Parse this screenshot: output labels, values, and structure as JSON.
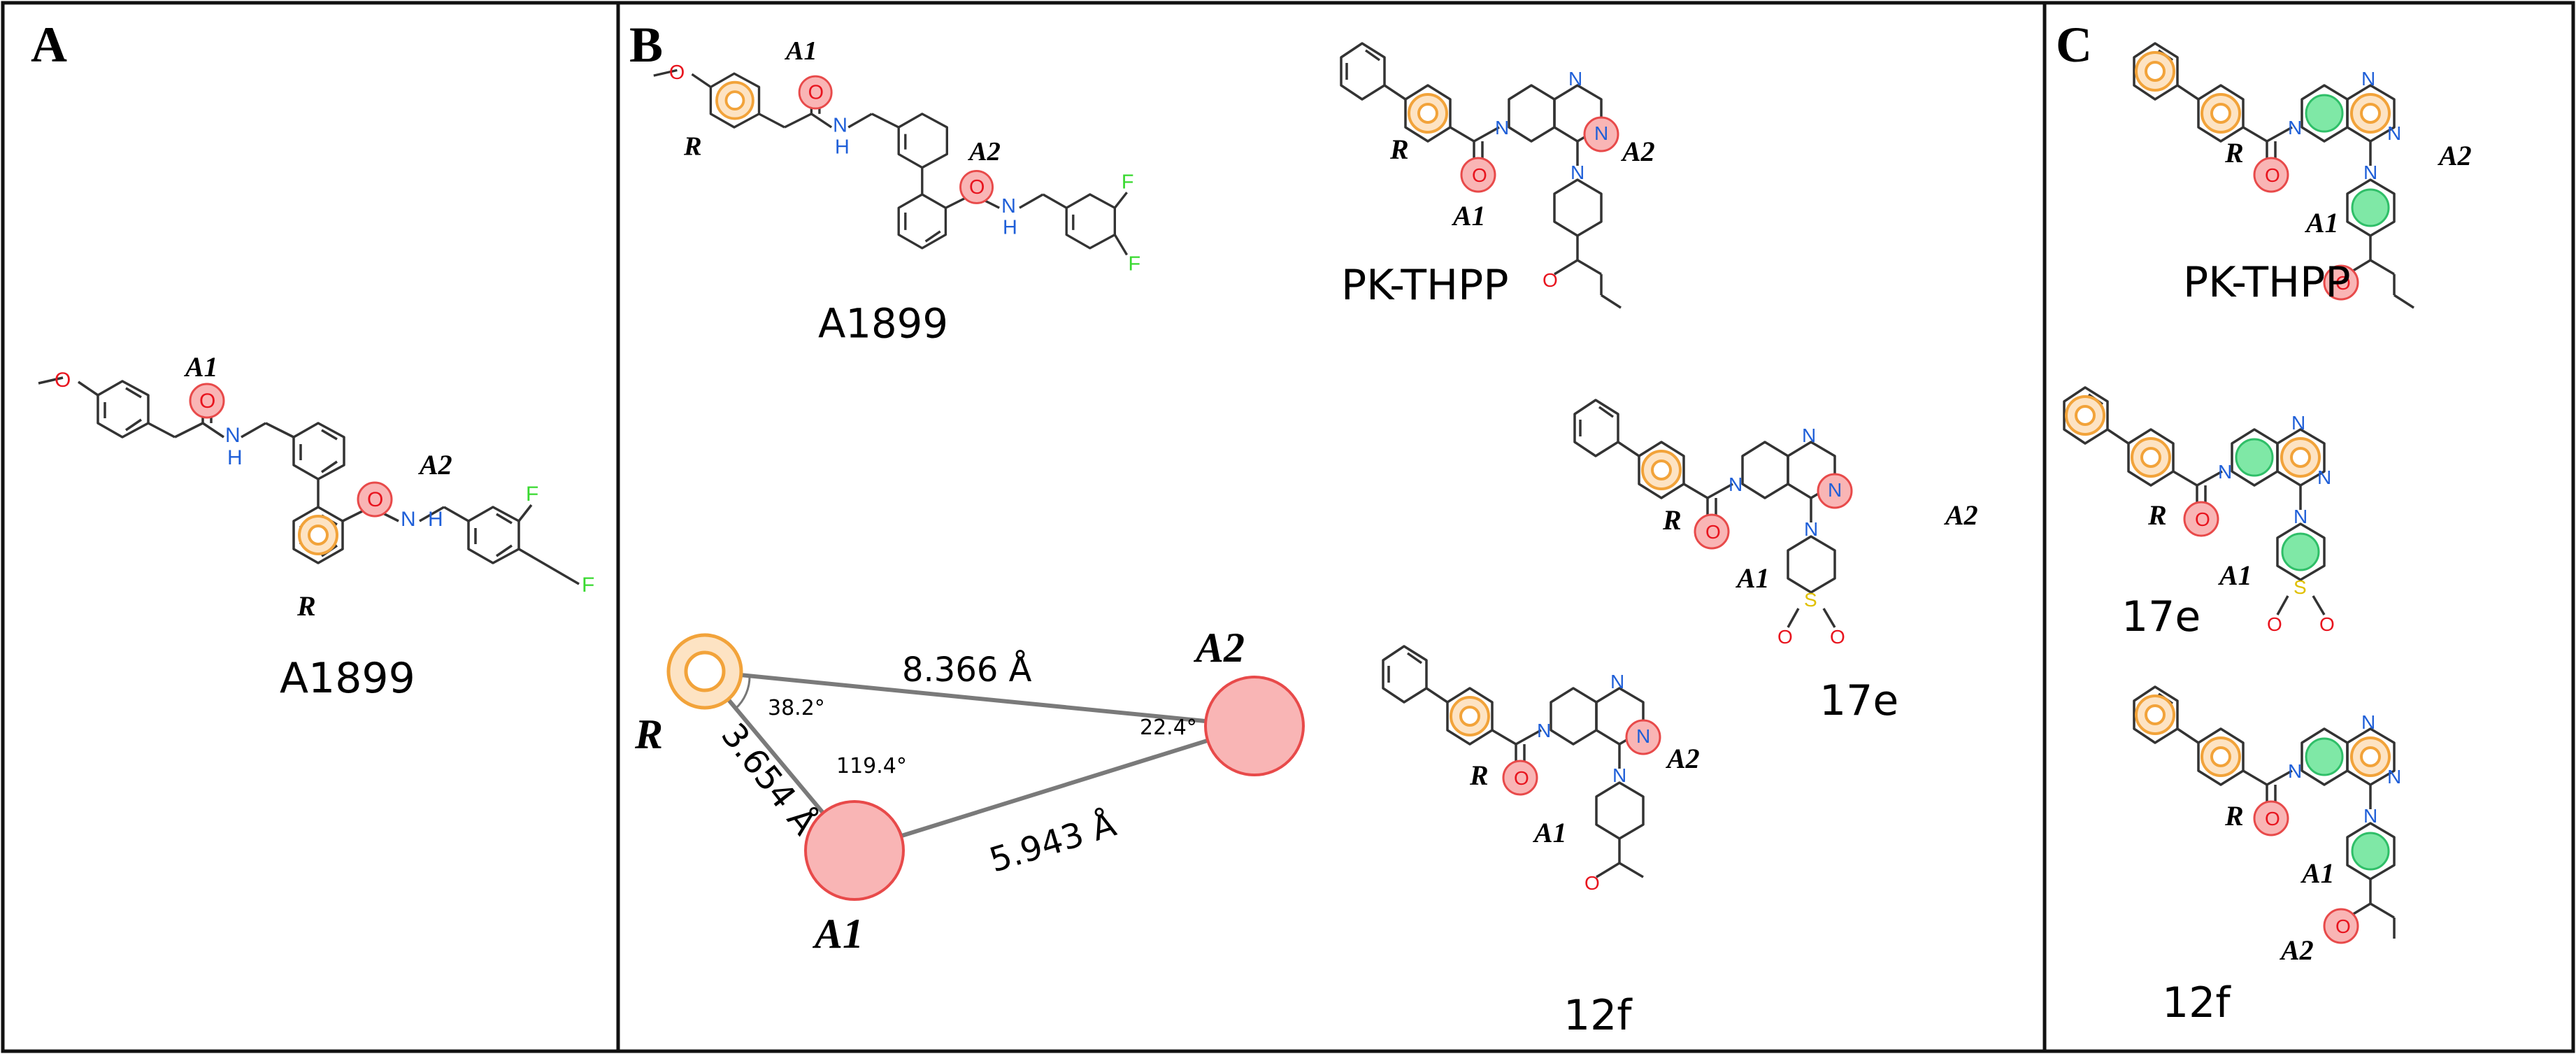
{
  "panels": {
    "a": "A",
    "b": "B",
    "c": "C"
  },
  "labels": {
    "r": "R",
    "a1": "A1",
    "a2": "A2"
  },
  "atoms": {
    "o": "O",
    "n": "N",
    "h": "H",
    "f": "F",
    "s": "S"
  },
  "compounds": {
    "a1899": "A1899",
    "pkthpp": "PK-THPP",
    "c17e": "17e",
    "c12f": "12f"
  },
  "pharmacophore": {
    "dist_r_a2": "8.366 Å",
    "dist_r_a1": "3.654 Å",
    "dist_a1_a2": "5.943 Å",
    "angle_r": "38.2°",
    "angle_a1": "119.4°",
    "angle_a2": "22.4°"
  },
  "colors": {
    "ring_orange": "#f2a33a",
    "acceptor_red": "#f05a5a",
    "hydrophobe_green": "#3dd17a",
    "nitrogen_blue": "#1f5fd8",
    "oxygen_red": "#e8141e",
    "fluorine_green": "#38d92f",
    "sulfur_yellow": "#e0c000",
    "bond_gray": "#333333"
  }
}
